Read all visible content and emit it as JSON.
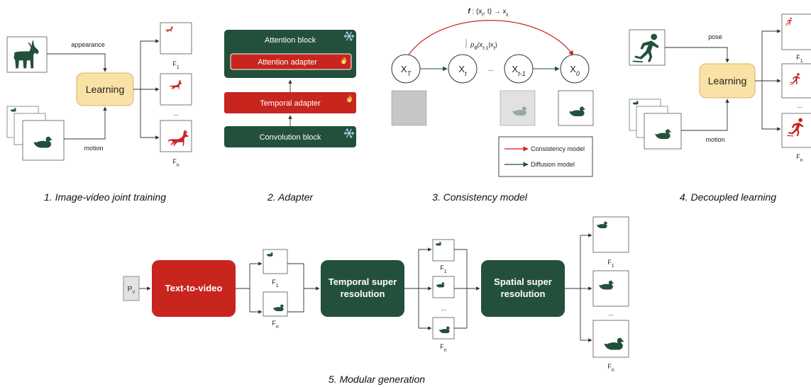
{
  "colors": {
    "dark_green": "#23503a",
    "red": "#c8251f",
    "learning_fill": "#fae1a6",
    "learning_stroke": "#d8b36a",
    "arrow": "#333333"
  },
  "panel1": {
    "appearance_label": "appearance",
    "motion_label": "motion",
    "learning_label": "Learning",
    "frame_labels": [
      "F",
      "1",
      "...",
      "F",
      "n"
    ],
    "caption": "1. Image-video joint training"
  },
  "panel2": {
    "attention_block": "Attention block",
    "attention_adapter": "Attention adapter",
    "temporal_adapter": "Temporal adapter",
    "convolution_block": "Convolution block",
    "caption": "2. Adapter",
    "icons": [
      "snowflake-icon",
      "fire-icon"
    ]
  },
  "panel3": {
    "formula": {
      "f": "f",
      "p1": " : (x",
      "sub_t": "t",
      "p2": ", t) → x",
      "sub_eps": "ε"
    },
    "pdist": {
      "p": "p",
      "theta": "θ",
      "a": "(x",
      "t1": "t-1",
      "bar": "|x",
      "t2": "t",
      "b": ")"
    },
    "nodes": [
      {
        "base": "X",
        "sub": "T"
      },
      {
        "base": "X",
        "sub": "t"
      },
      {
        "base": "X",
        "sub": "t-1"
      },
      {
        "base": "X",
        "sub": "0"
      }
    ],
    "ellipsis": "...",
    "legend": {
      "consistency": "Consistency model",
      "diffusion": "Diffusion model"
    },
    "caption": "3. Consistency model"
  },
  "panel4": {
    "pose_label": "pose",
    "motion_label": "motion",
    "learning_label": "Learning",
    "frame_labels": [
      "F",
      "1",
      "...",
      "F",
      "n"
    ],
    "caption": "4. Decoupled learning"
  },
  "panel5": {
    "input_label": {
      "base": "P",
      "sub": "V"
    },
    "text_to_video": "Text-to-video",
    "temporal_sr": [
      "Temporal super",
      "resolution"
    ],
    "spatial_sr": [
      "Spatial super",
      "resolution"
    ],
    "frame_labels": [
      "F",
      "1",
      "...",
      "F",
      "n"
    ],
    "caption": "5. Modular generation"
  }
}
